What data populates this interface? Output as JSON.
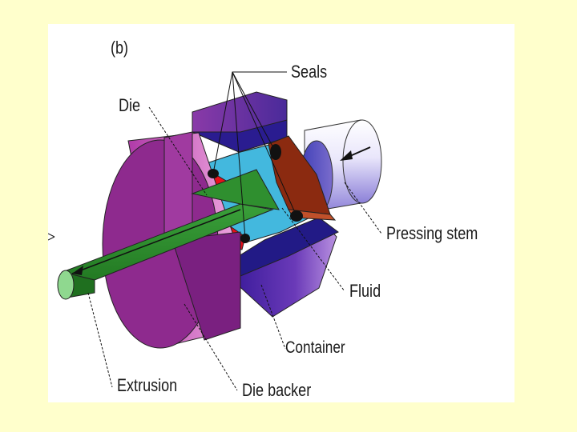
{
  "figure": {
    "panel_label": "(b)",
    "labels": {
      "seals": "Seals",
      "die": "Die",
      "pressing_stem": "Pressing  stem",
      "fluid": "Fluid",
      "container": "Container",
      "extrusion": "Extrusion",
      "die_backer": "Die  backer"
    },
    "colors": {
      "background": "#ffffcc",
      "panel": "#ffffff",
      "die_backer": "#8e2a8e",
      "container": "#2a1a8c",
      "fluid": "#43b8de",
      "die": "#e8101a",
      "stem_block": "#8b2a10",
      "extrusion": "#2f8f2f",
      "stem": "#cfc8f4"
    }
  }
}
